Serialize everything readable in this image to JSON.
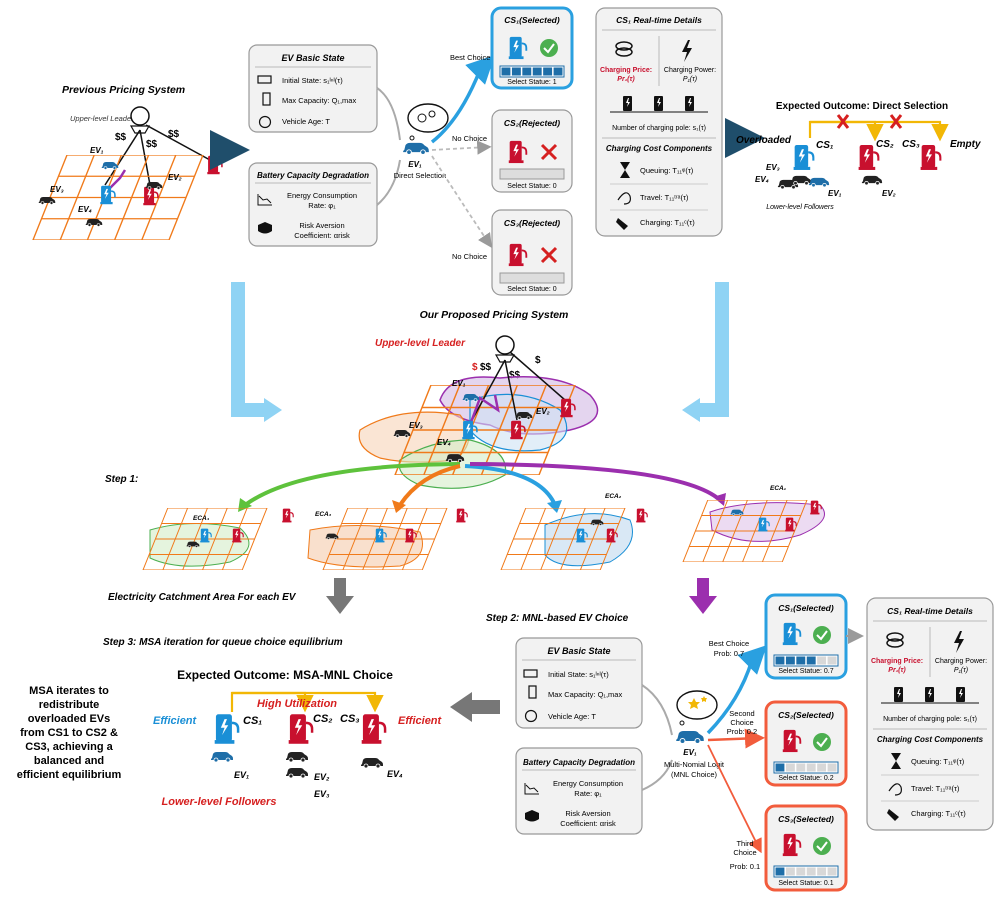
{
  "top": {
    "prev_title": "Previous Pricing System",
    "upper_leader": "Upper-level Leader",
    "dollars_a": "$$",
    "dollars_b": "$$",
    "dollars_c": "$$",
    "ev1": "EV₁",
    "ev2": "EV₂",
    "ev3": "EV₃",
    "ev4": "EV₄",
    "ev_state": {
      "title": "EV Basic State",
      "initial": "Initial State: s₁ᴵⁿᴵ(τ)",
      "capacity": "Max Capacity: Q₁,max",
      "age": "Vehicle Age: Τ"
    },
    "battery": {
      "title": "Battery Capacity Degradation",
      "rate_label": "Energy Consumption",
      "rate_value": "Rate: φ₁",
      "risk_label": "Risk Aversion",
      "risk_value": "Coefficient: αrisk"
    },
    "ev1_label": "EV₁",
    "direct_selection": "Direct Selection",
    "best_choice": "Best Choice",
    "no_choice_1": "No Choice",
    "no_choice_2": "No Choice",
    "cs1": {
      "title": "CS₁(Selected)",
      "status": "Select Statue: 1"
    },
    "cs2": {
      "title": "CS₂(Rejected)",
      "status": "Select Statue: 0"
    },
    "cs3": {
      "title": "CS₃(Rejected)",
      "status": "Select Statue: 0"
    },
    "details": {
      "title": "CS₁ Real-time Details",
      "price_label": "Charging Price:",
      "price_value": "Pr₁(τ)",
      "power_label": "Charging Power:",
      "power_value": "P₁(τ)",
      "poles": "Number of charging pole: s₁(τ)",
      "cost_title": "Charging Cost Components",
      "queuing": "Queuing: T₁₁ᵠ(τ)",
      "travel": "Travel: T₁₁ᵗʳᵃ(τ)",
      "charging": "Charging: T₁₁ᶜ(τ)"
    },
    "expected": {
      "title": "Expected Outcome: Direct Selection",
      "overloaded": "Overloaded",
      "empty": "Empty",
      "cs1": "CS₁",
      "cs2": "CS₂",
      "cs3": "CS₃",
      "ev1": "EV₁",
      "ev2": "EV₂",
      "ev3": "EV₃",
      "ev4": "EV₄",
      "followers": "Lower-level Followers"
    }
  },
  "middle": {
    "proposed_title": "Our Proposed Pricing System",
    "upper_leader": "Upper-level Leader",
    "dollars_red": "$",
    "dollars_black": "$$",
    "dollars_b": "$$",
    "dollars_c": "$",
    "ev1": "EV₁",
    "ev2": "EV₂",
    "ev3": "EV₃",
    "ev4": "EV₄",
    "step1": "Step 1:",
    "eca4": "ECA₄",
    "eca3": "ECA₃",
    "eca2": "ECA₂",
    "eca1": "ECA₁",
    "catchment": "Electricity Catchment Area For each EV",
    "step2": "Step 2: MNL-based EV Choice",
    "step3": "Step 3: MSA iteration for queue choice equilibrium"
  },
  "bottom": {
    "expected_title": "Expected Outcome: MSA-MNL Choice",
    "msa_text": [
      "MSA iterates to",
      "redistribute",
      "overloaded EVs",
      "from CS1 to CS2 &",
      "CS3, achieving a",
      "balanced and",
      "efficient equilibrium"
    ],
    "high_util": "High Utilization",
    "efficient_left": "Efficient",
    "efficient_right": "Efficient",
    "cs1": "CS₁",
    "cs2": "CS₂",
    "cs3": "CS₃",
    "ev1": "EV₁",
    "ev2": "EV₂",
    "ev3": "EV₃",
    "ev4": "EV₄",
    "followers": "Lower-level Followers",
    "ev_state": {
      "title": "EV Basic State",
      "initial": "Initial State: s₁ᴵⁿᴵ(τ)",
      "capacity": "Max Capacity: Q₁,max",
      "age": "Vehicle Age: Τ"
    },
    "battery": {
      "title": "Battery Capacity Degradation",
      "rate_label": "Energy Consumption",
      "rate_value": "Rate: φ₁",
      "risk_label": "Risk Aversion",
      "risk_value": "Coefficient: αrisk"
    },
    "ev1_label": "EV₁",
    "mnl_label": "Multi-Nomial Logit",
    "mnl_sub": "(MNL Choice)",
    "best_choice": "Best Choice",
    "best_prob": "Prob: 0.7",
    "second_choice": "Second",
    "second_choice2": "Choice",
    "second_prob": "Prob: 0.2",
    "third_choice": "Third",
    "third_choice2": "Choice",
    "third_prob": "Prob: 0.1",
    "cs1_box": {
      "title": "CS₁(Selected)",
      "status": "Select Statue: 0.7",
      "level": 0.7
    },
    "cs2_box": {
      "title": "CS₂(Selected)",
      "status": "Select Statue: 0.2",
      "level": 0.2
    },
    "cs3_box": {
      "title": "CS₃(Selected)",
      "status": "Select Statue: 0.1",
      "level": 0.1
    },
    "details": {
      "title": "CS₁ Real-time Details",
      "price_label": "Charging Price:",
      "price_value": "Pr₁(τ)",
      "power_label": "Charging Power:",
      "power_value": "P₁(τ)",
      "poles": "Number of charging pole: s₁(τ)",
      "cost_title": "Charging Cost Components",
      "queuing": "Queuing: T₁₁ᵠ(τ)",
      "travel": "Travel: T₁₁ᵗʳᵃ(τ)",
      "charging": "Charging: T₁₁ᶜ(τ)"
    }
  },
  "colors": {
    "blue": "#1a8fd6",
    "red": "#c8102e",
    "orange": "#f07a1a",
    "green": "#4caf50",
    "purple": "#9b2fae",
    "gold": "#f2b705",
    "lightblue": "#8fd3f4",
    "gray": "#8a8a8a"
  }
}
